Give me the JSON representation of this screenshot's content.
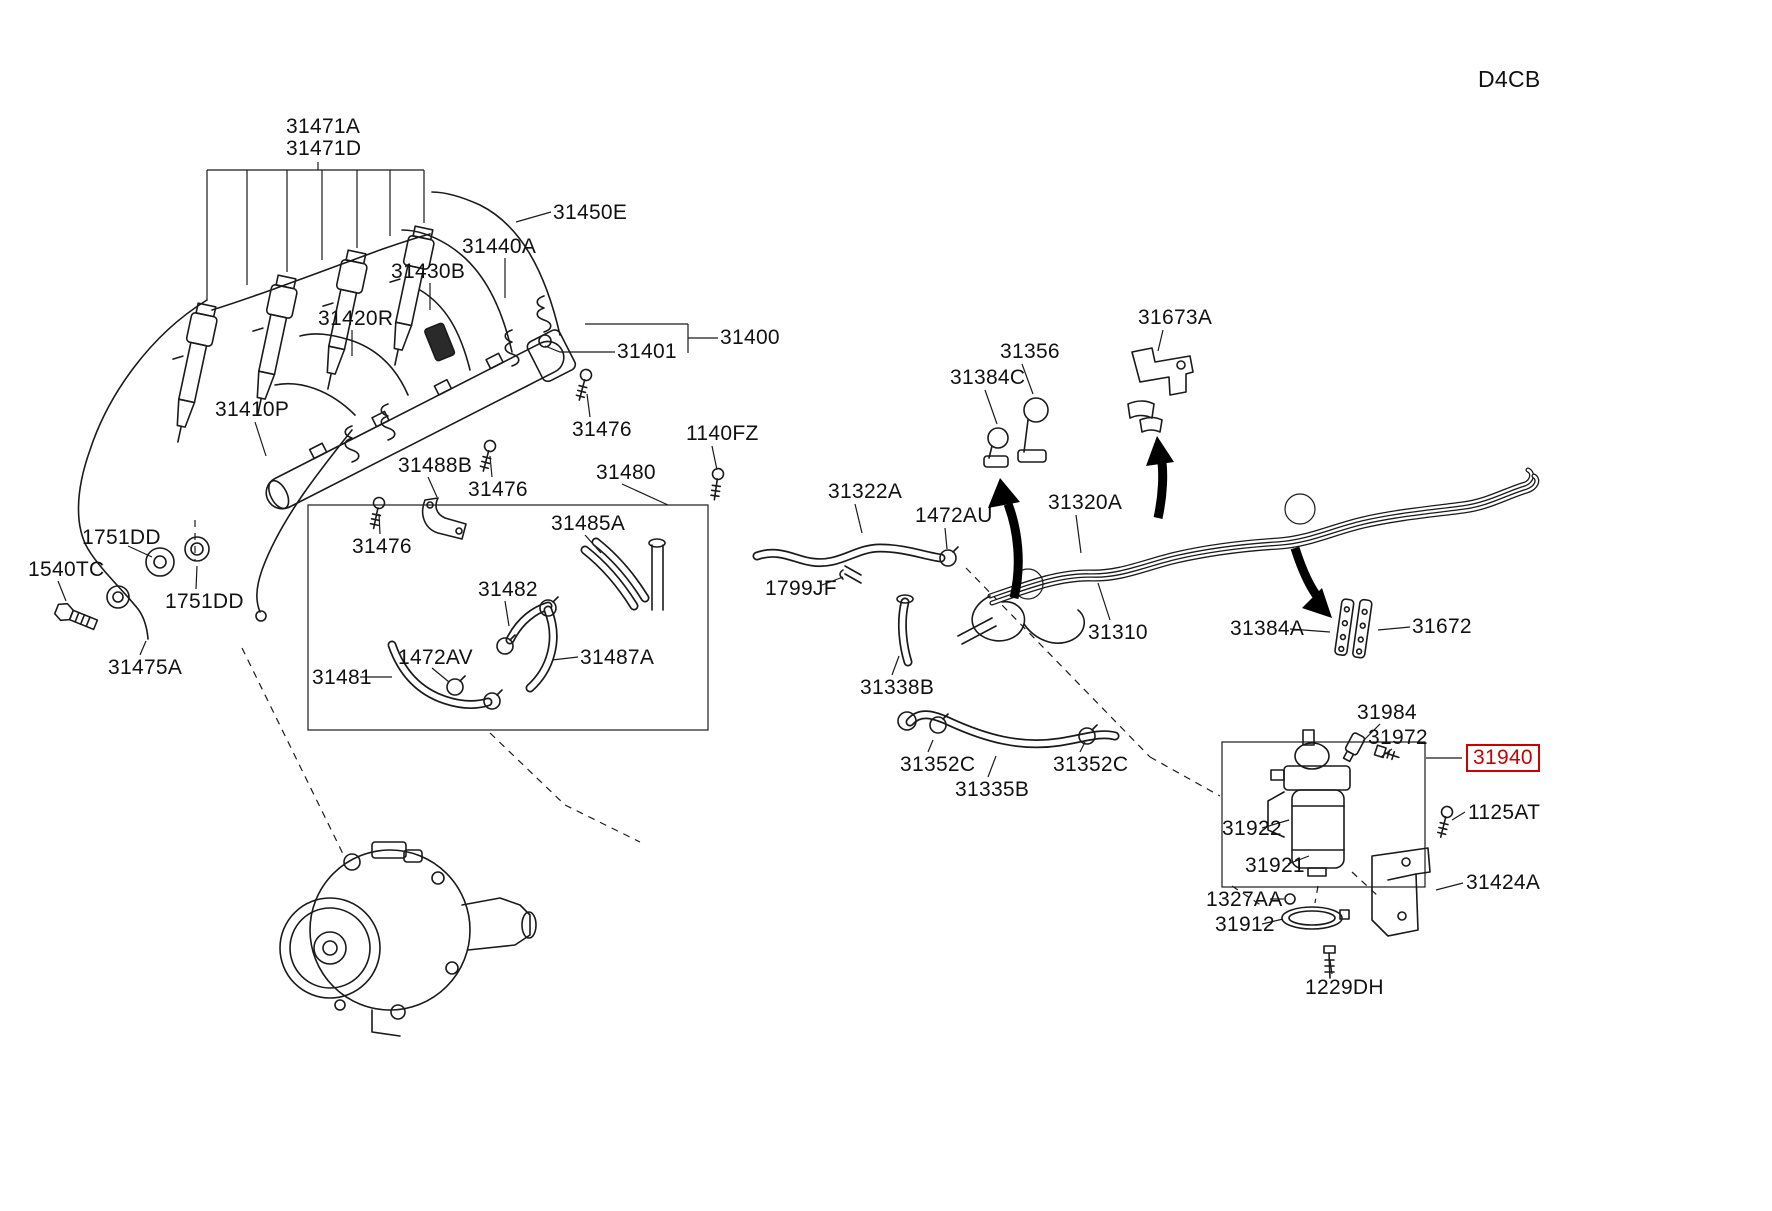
{
  "diagram": {
    "engine_code": "D4CB",
    "highlighted_part": "31940",
    "highlight_color": "#cc0000",
    "line_color": "#1a1a1a",
    "description": "Fuel injection system parts diagram: injectors, common rail, high pressure pump, fuel lines and fuel filter assembly"
  },
  "labels": {
    "p31471A": "31471A",
    "p31471D": "31471D",
    "p31450E": "31450E",
    "p31440A": "31440A",
    "p31430B": "31430B",
    "p31420R": "31420R",
    "p31400": "31400",
    "p31401": "31401",
    "p31410P": "31410P",
    "p31476_1": "31476",
    "p1140FZ": "1140FZ",
    "p31488B": "31488B",
    "p31480": "31480",
    "p31476_2": "31476",
    "p31485A": "31485A",
    "p1751DD_1": "1751DD",
    "p31476_3": "31476",
    "p1540TC": "1540TC",
    "p31482": "31482",
    "p1751DD_2": "1751DD",
    "p1472AV": "1472AV",
    "p31487A": "31487A",
    "p31481": "31481",
    "p31475A": "31475A",
    "p31673A": "31673A",
    "p31356": "31356",
    "p31384C": "31384C",
    "p31322A": "31322A",
    "p1472AU": "1472AU",
    "p31320A": "31320A",
    "p1799JF": "1799JF",
    "p31310": "31310",
    "p31384A": "31384A",
    "p31672": "31672",
    "p31338B": "31338B",
    "p31984": "31984",
    "p31972": "31972",
    "p31940": "31940",
    "p31352C_1": "31352C",
    "p31352C_2": "31352C",
    "p31335B": "31335B",
    "p1125AT": "1125AT",
    "p31922": "31922",
    "p31921": "31921",
    "p31424A": "31424A",
    "p1327AA": "1327AA",
    "p31912": "31912",
    "p1229DH": "1229DH"
  }
}
